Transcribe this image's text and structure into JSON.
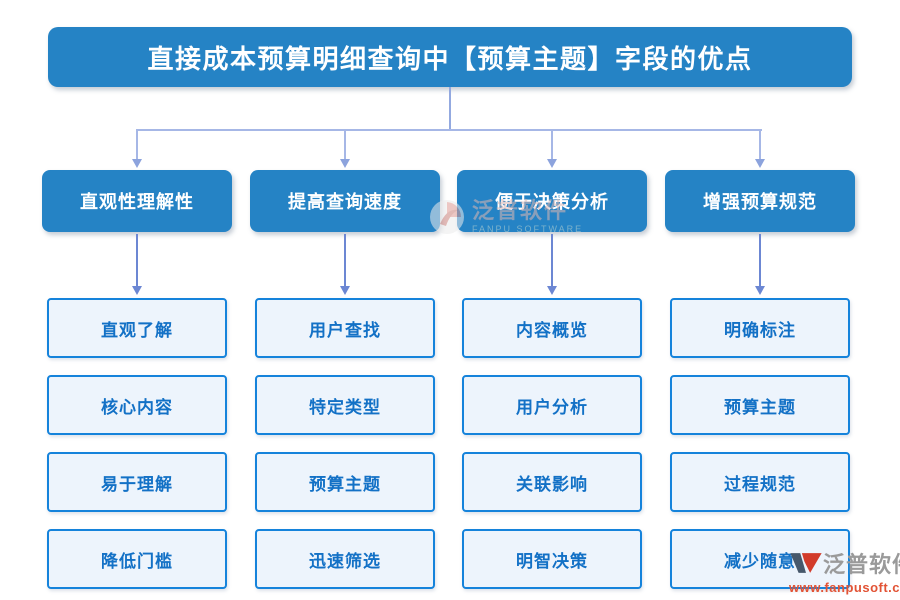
{
  "title": {
    "text": "直接成本预算明细查询中【预算主题】字段的优点"
  },
  "columns": [
    {
      "header": "直观性理解性",
      "items": [
        "直观了解",
        "核心内容",
        "易于理解",
        "降低门槛"
      ]
    },
    {
      "header": "提高查询速度",
      "items": [
        "用户查找",
        "特定类型",
        "预算主题",
        "迅速筛选"
      ]
    },
    {
      "header": "便于决策分析",
      "items": [
        "内容概览",
        "用户分析",
        "关联影响",
        "明智决策"
      ]
    },
    {
      "header": "增强预算规范",
      "items": [
        "明确标注",
        "预算主题",
        "过程规范",
        "减少随意"
      ]
    }
  ],
  "watermark_center": {
    "brand": "泛普软件",
    "subtitle": "FANPU SOFTWARE"
  },
  "watermark_corner": {
    "brand": "泛普软件",
    "url": "www.fanpusoft.com"
  },
  "colors": {
    "box_blue": "#2583C5",
    "leaf_fill": "#EDF4FC",
    "leaf_border": "#1583DB",
    "leaf_text": "#1371C6",
    "connector_light": "#A6B7E6",
    "arrow_dark": "#6C87D3",
    "watermark_url_red": "#E25335",
    "watermark_gray": "#9a9a9a"
  }
}
